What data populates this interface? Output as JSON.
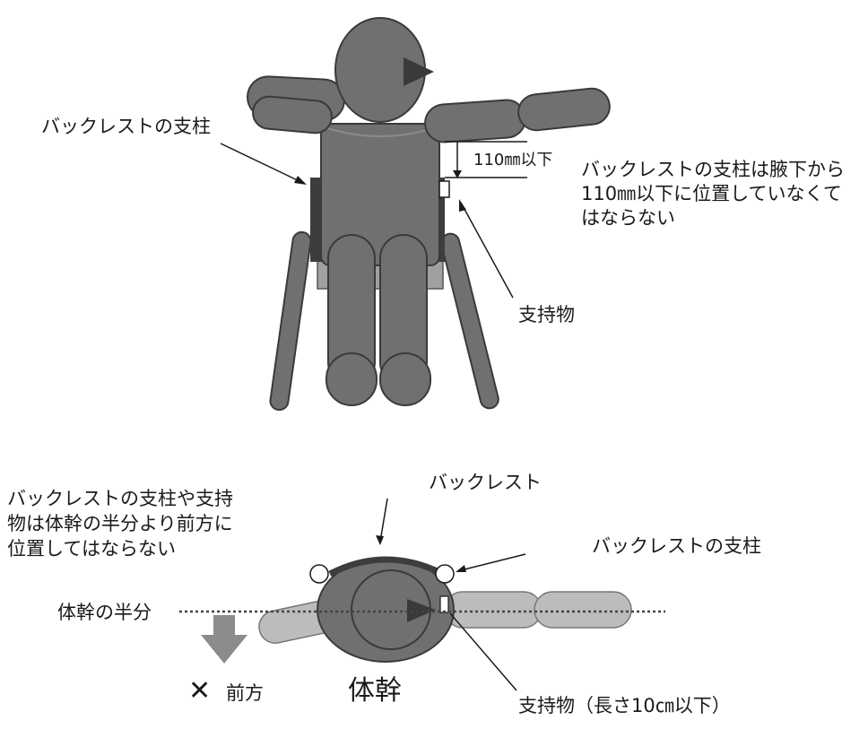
{
  "top_figure": {
    "backrest_post_label": "バックレストの支柱",
    "measure_label": "110㎜以下",
    "rule_line1": "バックレストの支柱は腋下から",
    "rule_line2": "110㎜以下に位置していなくて",
    "rule_line3": "はならない",
    "support_label": "支持物"
  },
  "bottom_figure": {
    "rule_line1": "バックレストの支柱や支持",
    "rule_line2": "物は体幹の半分より前方に",
    "rule_line3": "位置してはならない",
    "backrest_label": "バックレスト",
    "backrest_post_label": "バックレストの支柱",
    "trunk_half_label": "体幹の半分",
    "cross_mark": "✕",
    "forward_label": "前方",
    "trunk_label": "体幹",
    "support_label": "支持物（長さ10㎝以下）"
  },
  "colors": {
    "body_fill": "#707070",
    "body_stroke": "#3a3a3a",
    "light_fill": "#bcbcbc",
    "dark_fill": "#3d3d3d",
    "text": "#1a1a1a"
  }
}
